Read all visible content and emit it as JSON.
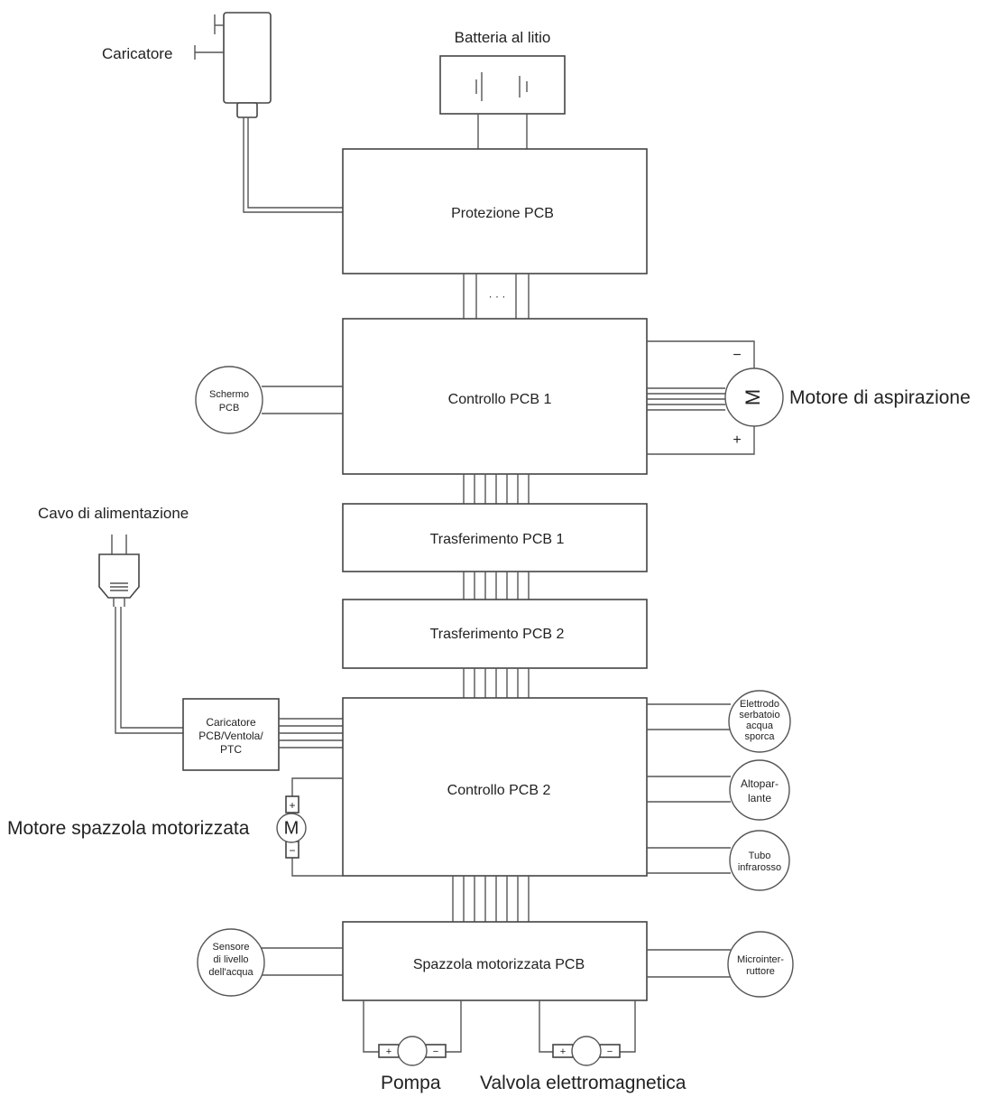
{
  "labels": {
    "charger": "Caricatore",
    "battery": "Batteria al litio",
    "protection_pcb": "Protezione PCB",
    "dots": "· · ·",
    "control_pcb_1": "Controllo PCB 1",
    "screen_pcb": [
      "Schermo",
      "PCB"
    ],
    "suction_motor": "Motore di aspirazione",
    "motor_symbol": "M",
    "minus": "−",
    "plus": "+",
    "power_cable": "Cavo di alimentazione",
    "transfer_pcb_1": "Trasferimento PCB 1",
    "transfer_pcb_2": "Trasferimento PCB 2",
    "charger_fan_ptc": [
      "Caricatore",
      "PCB/Ventola/",
      "PTC"
    ],
    "control_pcb_2": "Controllo PCB 2",
    "brush_motor": "Motore spazzola motorizzata",
    "dirty_water_electrode": [
      "Elettrodo",
      "serbatoio",
      "acqua",
      "sporca"
    ],
    "speaker": [
      "Altopar-",
      "lante"
    ],
    "infrared_tube": [
      "Tubo",
      "infrarosso"
    ],
    "brush_pcb": "Spazzola motorizzata PCB",
    "water_level_sensor": [
      "Sensore",
      "di livello",
      "dell'acqua"
    ],
    "microswitch": [
      "Microinter-",
      "ruttore"
    ],
    "pump": "Pompa",
    "solenoid_valve": "Valvola elettromagnetica"
  }
}
